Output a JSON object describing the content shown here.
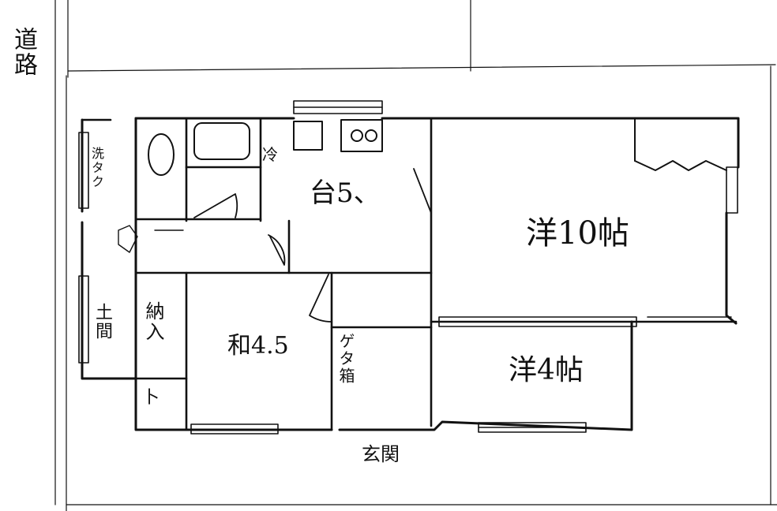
{
  "diagram": {
    "type": "hand-drawn floor plan",
    "colors": {
      "ink": "#111111",
      "paper": "#ffffff"
    },
    "labels": {
      "road": "道路",
      "kitchen": "台5、",
      "western_10": "洋10帖",
      "western_4": "洋4帖",
      "japanese_4_5": "和4.5",
      "storage": "納入",
      "doma": "土間",
      "laundry": "洗タク",
      "getabako": "ゲタ箱",
      "entrance": "玄関",
      "toilet_mark": "卜",
      "fridge_mark": "冷"
    }
  }
}
